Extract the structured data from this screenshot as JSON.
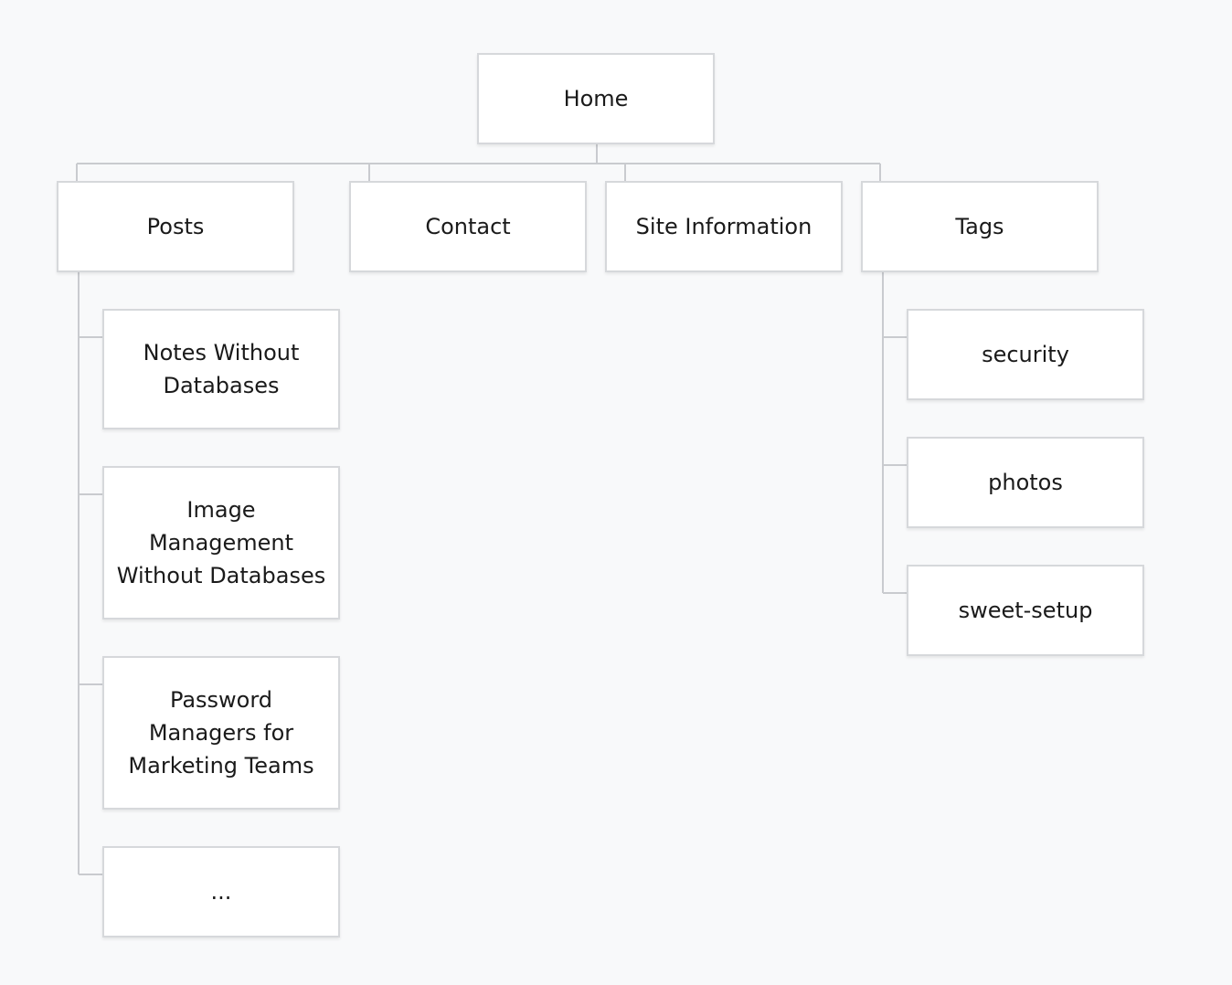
{
  "sitemap": {
    "home": "Home",
    "top_level": [
      {
        "label": "Posts"
      },
      {
        "label": "Contact"
      },
      {
        "label": "Site Information"
      },
      {
        "label": "Tags"
      }
    ],
    "posts": [
      {
        "label": "Notes Without Databases"
      },
      {
        "label": "Image Management Without Databases"
      },
      {
        "label": "Password Managers for Marketing Teams"
      },
      {
        "label": "..."
      }
    ],
    "tags": [
      {
        "label": "security"
      },
      {
        "label": "photos"
      },
      {
        "label": "sweet-setup"
      }
    ]
  }
}
